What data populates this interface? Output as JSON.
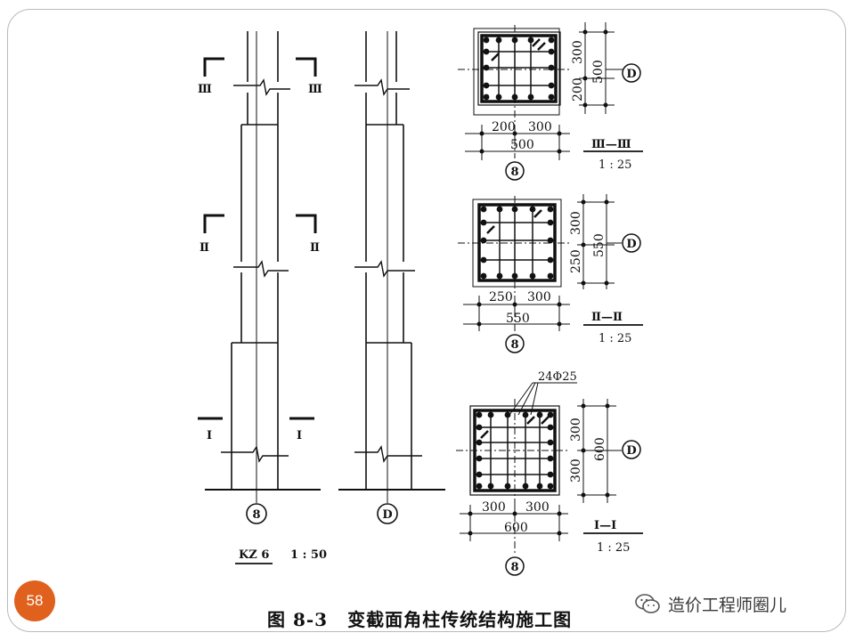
{
  "slide": {
    "page_number": "58"
  },
  "figure": {
    "number": "图 8-3",
    "title": "变截面角柱传统结构施工图"
  },
  "watermark": {
    "text": "造价工程师圈儿",
    "icon": "wechat-icon"
  },
  "elevation": {
    "column_label": "KZ 6",
    "scale": "1 : 50",
    "axis_left": "8",
    "axis_right": "D",
    "section_marks": [
      "Ⅲ",
      "Ⅱ",
      "Ⅰ"
    ]
  },
  "sections": [
    {
      "name": "Ⅲ—Ⅲ",
      "scale": "1 : 25",
      "horiz_dims": [
        "200",
        "300"
      ],
      "horiz_total": "500",
      "vert_dims": [
        "300",
        "200"
      ],
      "vert_total": "500",
      "axis_bottom": "8",
      "axis_right": "D"
    },
    {
      "name": "Ⅱ—Ⅱ",
      "scale": "1 : 25",
      "horiz_dims": [
        "250",
        "300"
      ],
      "horiz_total": "550",
      "vert_dims": [
        "300",
        "250"
      ],
      "vert_total": "550",
      "axis_bottom": "8",
      "axis_right": "D"
    },
    {
      "name": "Ⅰ—Ⅰ",
      "scale": "1 : 25",
      "rebar_label": "24Φ25",
      "horiz_dims": [
        "300",
        "300"
      ],
      "horiz_total": "600",
      "vert_dims": [
        "300",
        "300"
      ],
      "vert_total": "600",
      "axis_bottom": "8",
      "axis_right": "D"
    }
  ]
}
